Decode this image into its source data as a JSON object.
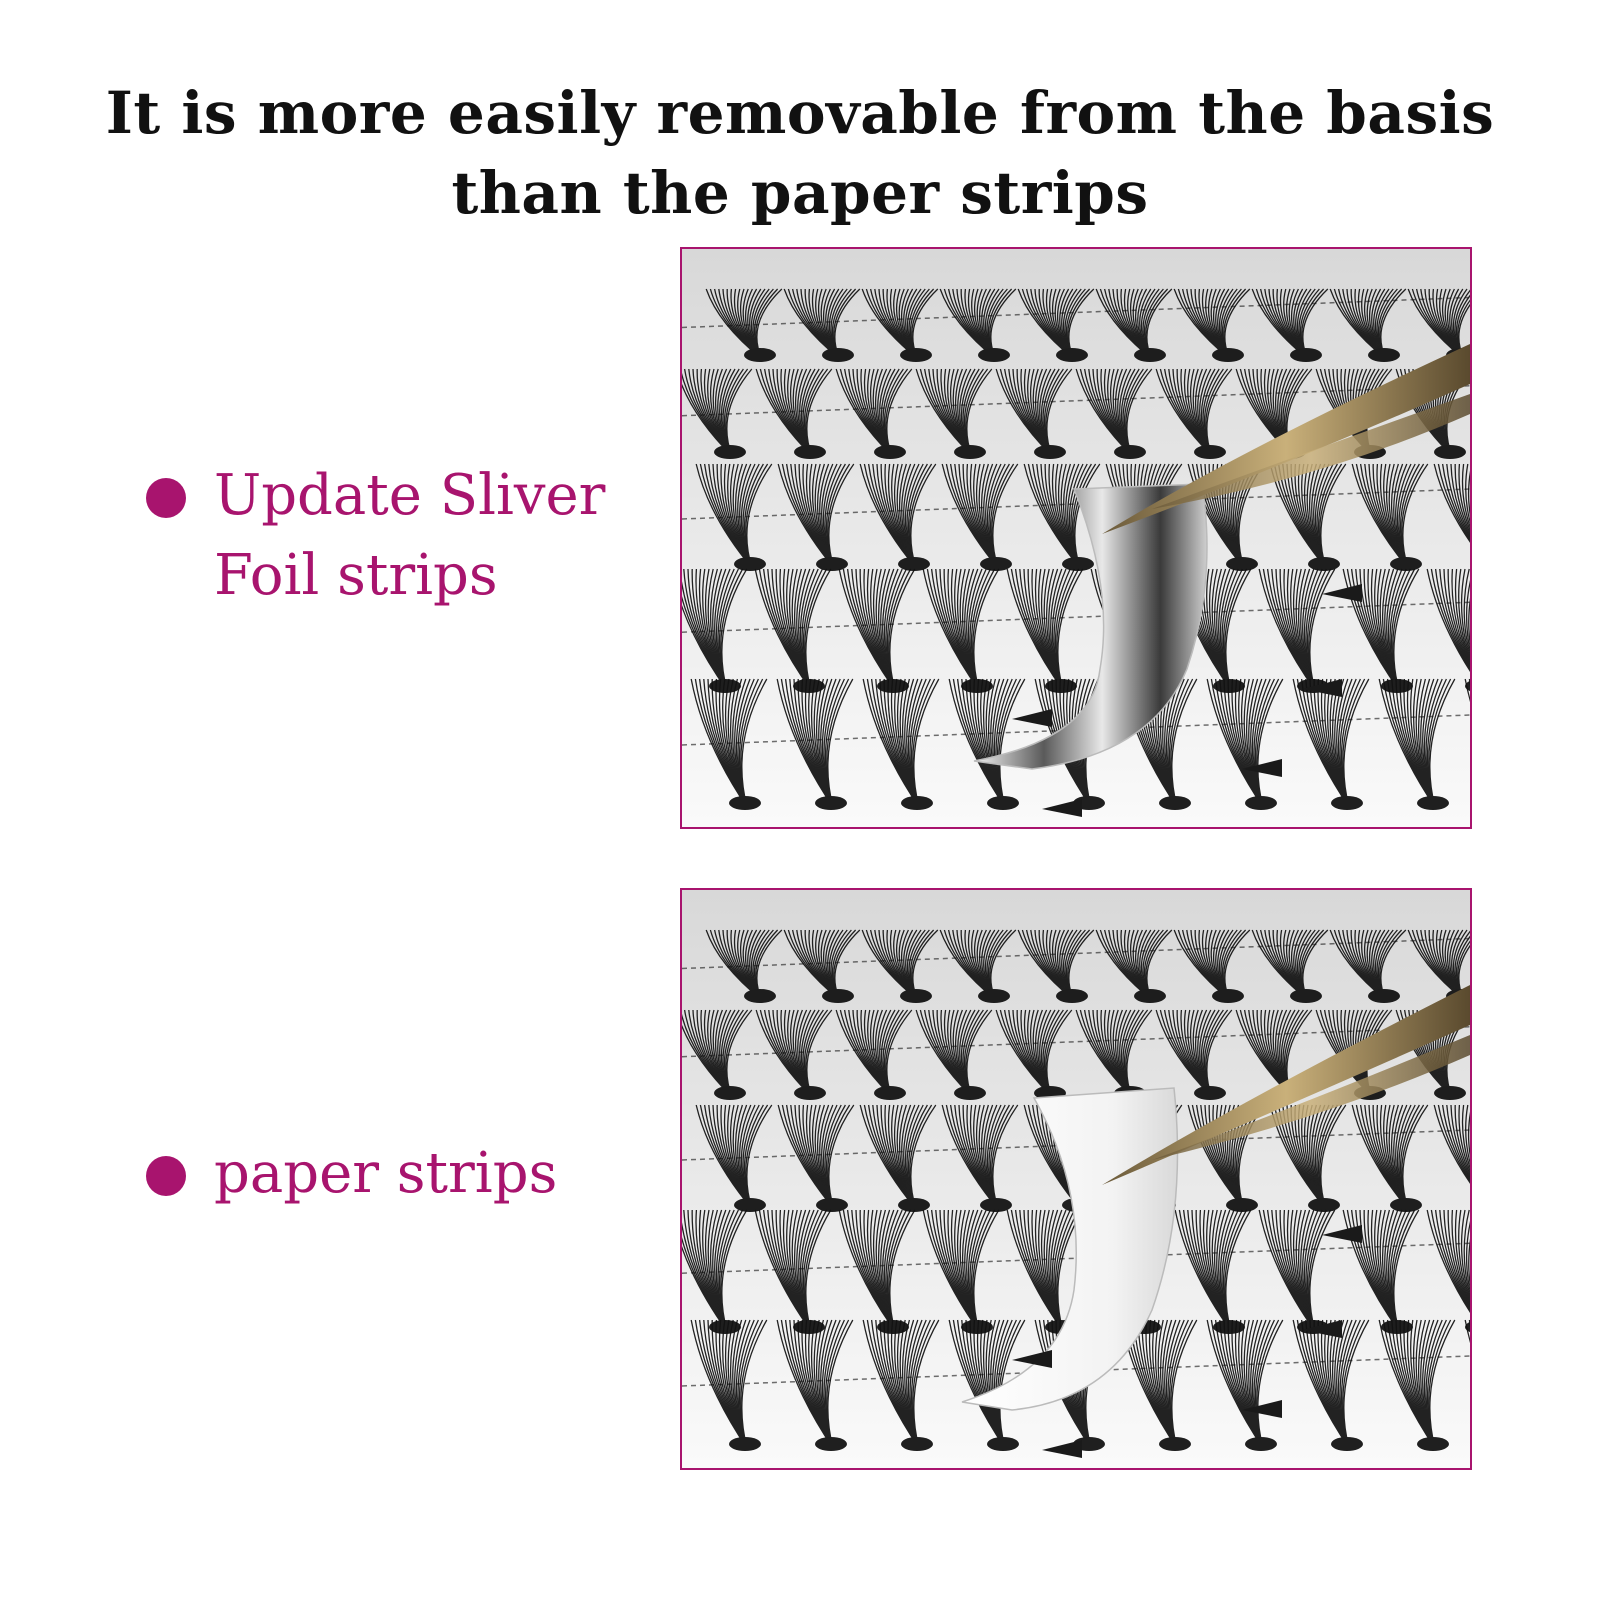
{
  "headline": {
    "line1": "It is more easily removable from the basis",
    "line2": "than the paper strips"
  },
  "features": [
    {
      "label_line1": "Update Sliver",
      "label_line2": "Foil strips",
      "strip": "silver foil"
    },
    {
      "label_line1": "paper strips",
      "label_line2": "",
      "strip": "white paper"
    }
  ],
  "colors": {
    "accent": "#a8146e",
    "text": "#111111",
    "background": "#ffffff"
  },
  "icons": [
    "bullet-dot-icon",
    "bullet-dot-icon"
  ]
}
